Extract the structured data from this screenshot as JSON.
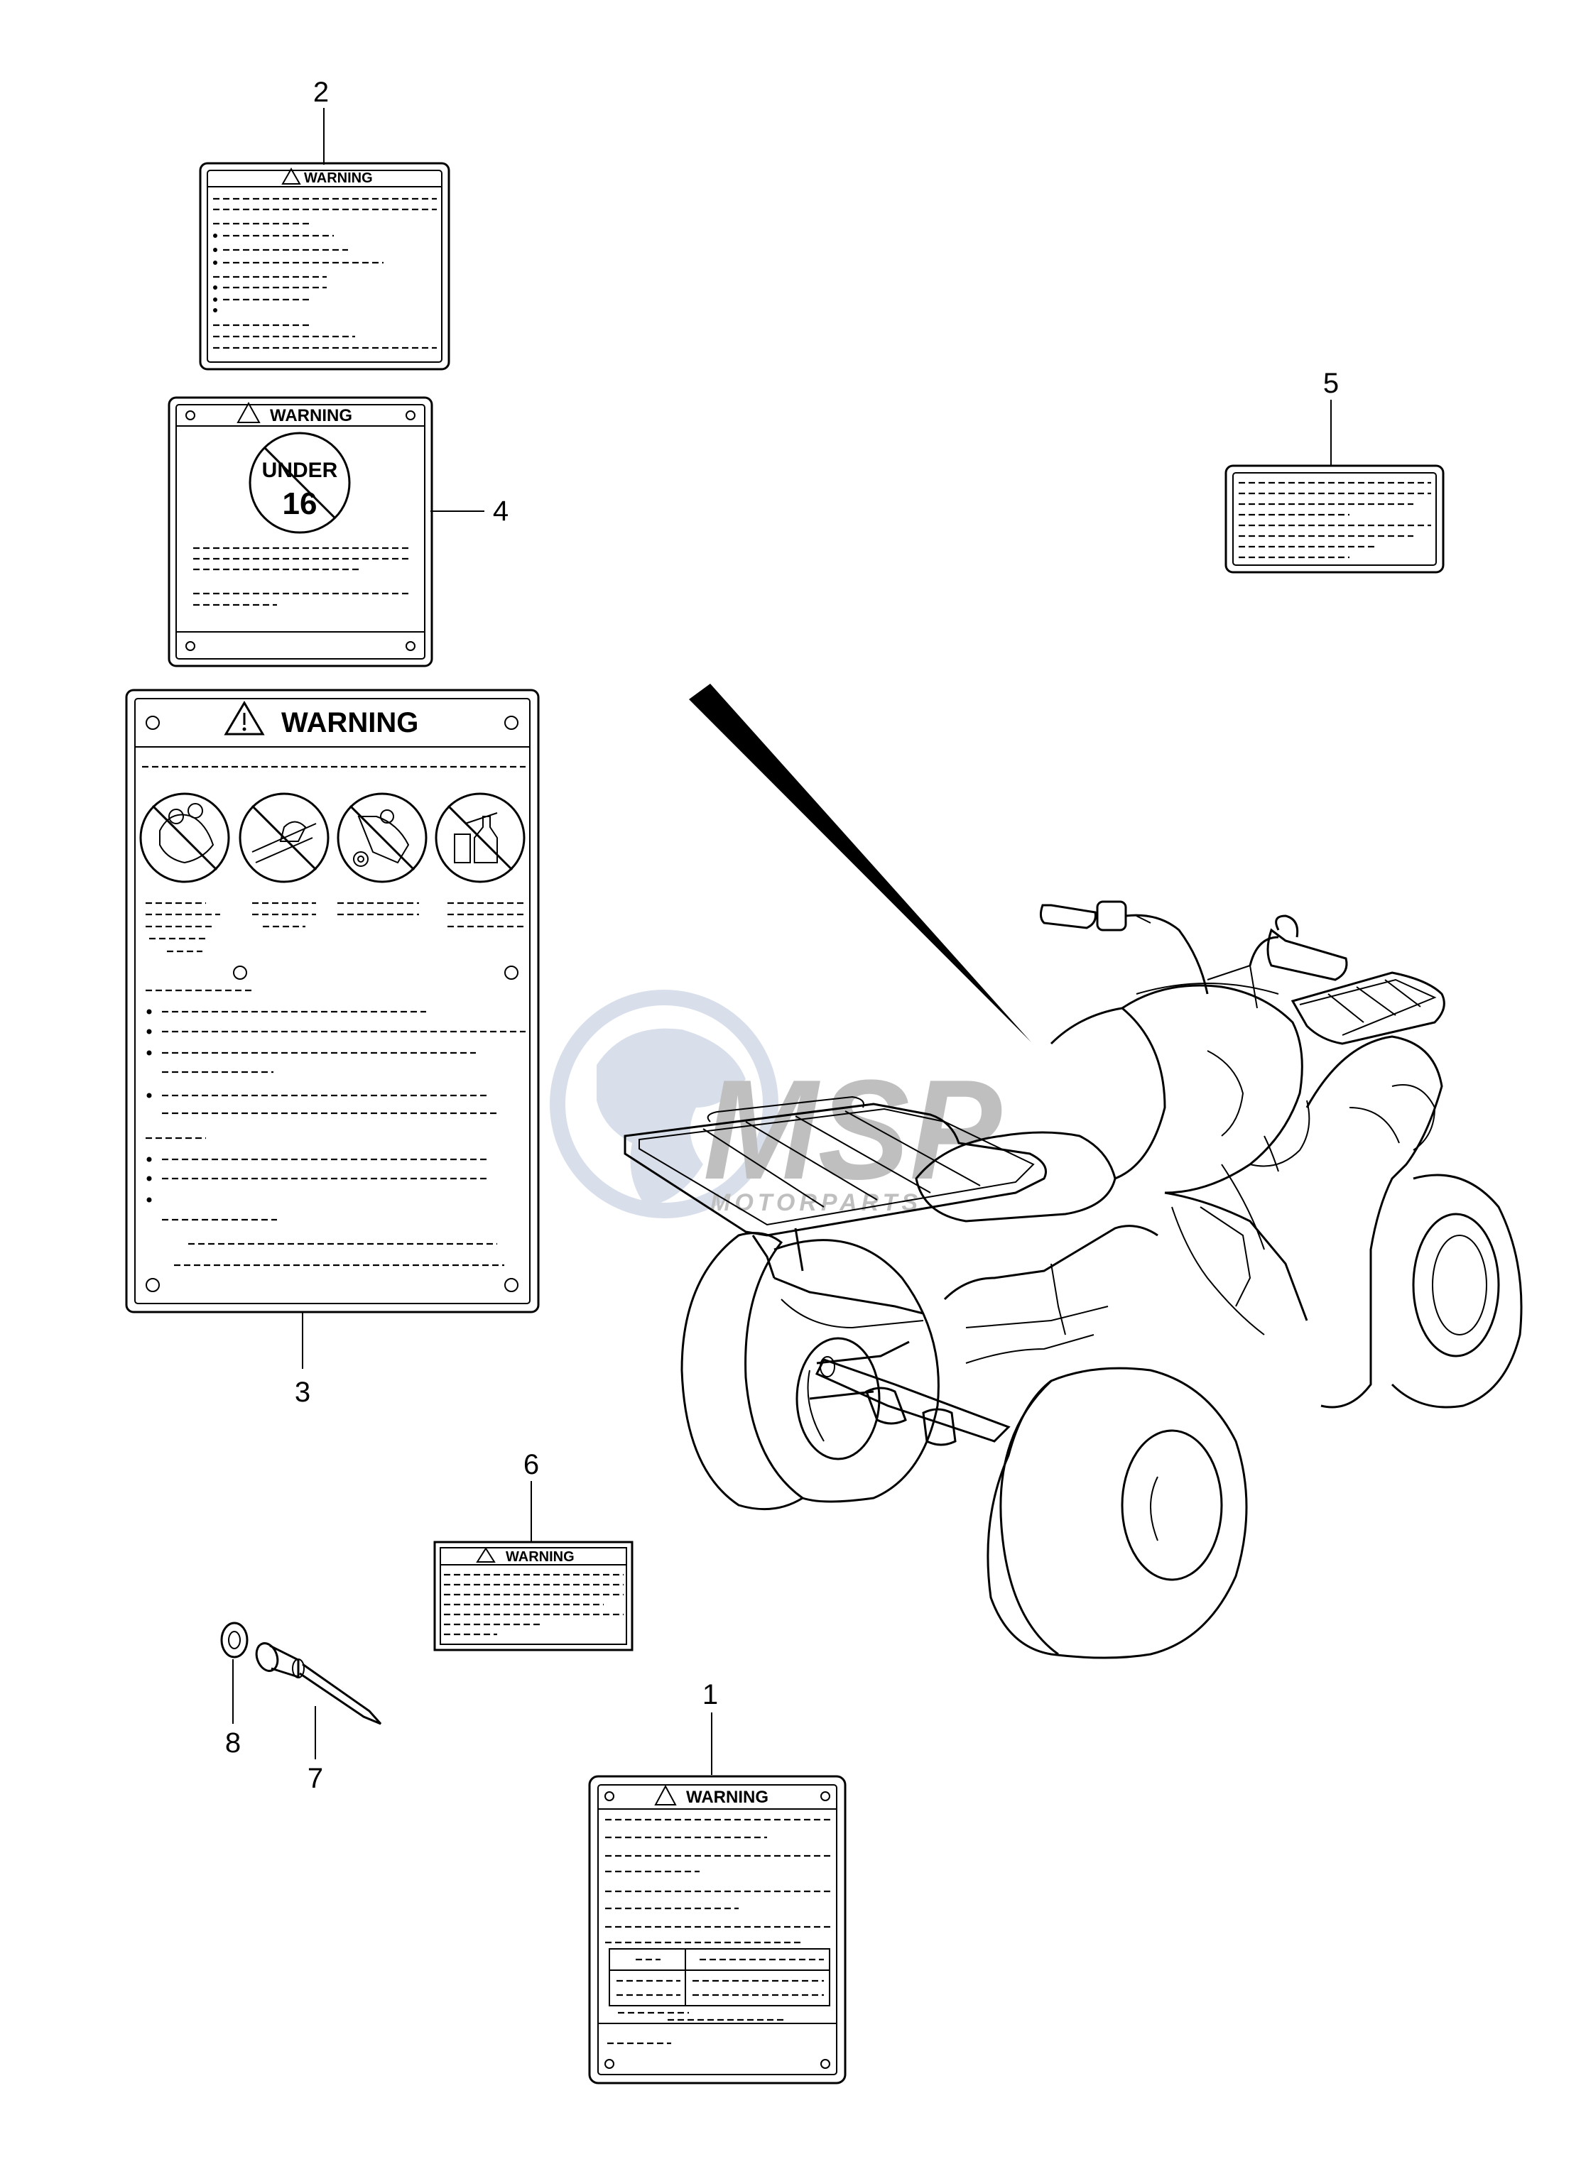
{
  "watermark": {
    "brand": "MSP",
    "tagline": "MOTORPARTS",
    "colors": {
      "globe": "#b9c6dc",
      "globe_dark": "#9fb0cc",
      "text": "#8c8c8c"
    }
  },
  "labels": {
    "warning_text": "WARNING",
    "age_sign_top": "UNDER",
    "age_sign_number": "16"
  },
  "callouts": [
    "1",
    "2",
    "3",
    "4",
    "5",
    "6",
    "7",
    "8"
  ],
  "icons": [
    "warning-triangle-icon",
    "no-under-16-icon",
    "no-passenger-icon",
    "no-paved-road-icon",
    "no-wheelie-icon",
    "no-alcohol-drugs-icon",
    "screw-hole-icon"
  ]
}
